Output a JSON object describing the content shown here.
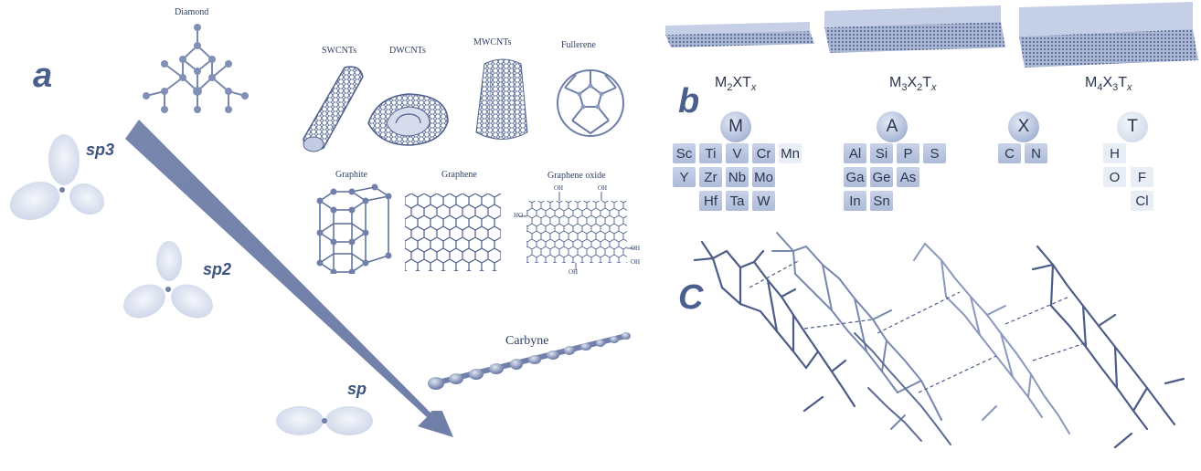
{
  "panels": {
    "a": "a",
    "b": "b",
    "c": "C"
  },
  "orbitals": [
    {
      "id": "sp3",
      "label": "sp3"
    },
    {
      "id": "sp2",
      "label": "sp2"
    },
    {
      "id": "sp",
      "label": "sp"
    }
  ],
  "structures": {
    "diamond": "Diamond",
    "swcnts": "SWCNTs",
    "dwcnts": "DWCNTs",
    "mwcnts": "MWCNTs",
    "fullerene": "Fullerene",
    "graphite": "Graphite",
    "graphene": "Graphene",
    "graphene_oxide": "Graphene oxide",
    "carbyne": "Carbyne",
    "go_groups": [
      "HO",
      "OH",
      "OH",
      "OH",
      "OH",
      "OH"
    ]
  },
  "mxene": {
    "formulas": [
      {
        "id": "m2x",
        "parts": [
          "M",
          "2",
          "XT",
          "x"
        ]
      },
      {
        "id": "m3x2",
        "parts": [
          "M",
          "3",
          "X",
          "2",
          "T",
          "x"
        ]
      },
      {
        "id": "m4x3",
        "parts": [
          "M",
          "4",
          "X",
          "3",
          "T",
          "x"
        ]
      }
    ],
    "groups": {
      "M": {
        "label": "M",
        "rows": [
          [
            "Sc",
            "Ti",
            "V",
            "Cr",
            "Mn"
          ],
          [
            "Y",
            "Zr",
            "Nb",
            "Mo"
          ],
          [
            "Hf",
            "Ta",
            "W"
          ]
        ]
      },
      "A": {
        "label": "A",
        "rows": [
          [
            "Al",
            "Si",
            "P",
            "S"
          ],
          [
            "Ga",
            "Ge",
            "As"
          ],
          [
            "In",
            "Sn"
          ]
        ]
      },
      "X": {
        "label": "X",
        "rows": [
          [
            "C",
            "N"
          ]
        ]
      },
      "T": {
        "label": "T",
        "rows": [
          [
            "H"
          ],
          [
            "O",
            "F"
          ],
          [
            "Cl"
          ]
        ]
      }
    }
  },
  "colors": {
    "accent": "#6f80ab",
    "text": "#2c3550",
    "letter": "#4a5f8f"
  }
}
